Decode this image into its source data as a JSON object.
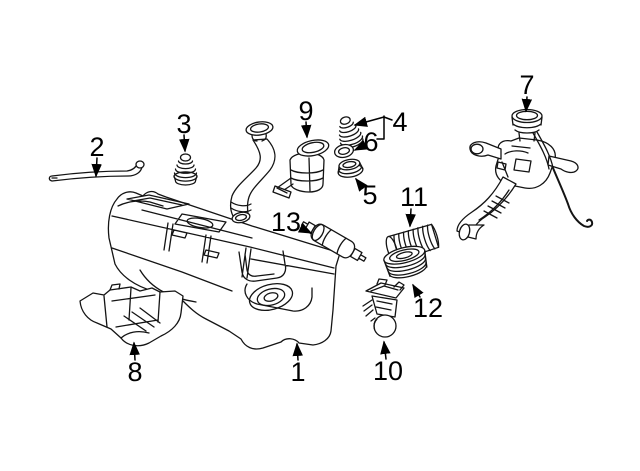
{
  "diagram": {
    "background_color": "#ffffff",
    "line_color": "#141414",
    "label_color": "#000000",
    "callouts": [
      {
        "number": "1"
      },
      {
        "number": "2"
      },
      {
        "number": "3"
      },
      {
        "number": "4"
      },
      {
        "number": "5"
      },
      {
        "number": "6"
      },
      {
        "number": "7"
      },
      {
        "number": "8"
      },
      {
        "number": "9"
      },
      {
        "number": "10"
      },
      {
        "number": "11"
      },
      {
        "number": "12"
      },
      {
        "number": "13"
      }
    ]
  }
}
